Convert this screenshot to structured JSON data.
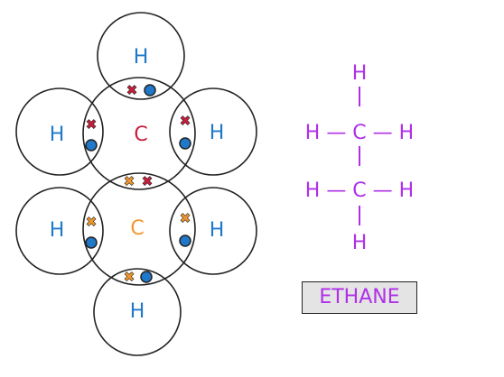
{
  "dot_cross": {
    "h_top": "H",
    "h_left_1": "H",
    "c_1": "C",
    "h_right_1": "H",
    "h_left_2": "H",
    "c_2": "C",
    "h_right_2": "H",
    "h_bottom": "H",
    "cross_glyph": "✖",
    "cross_light": "✖"
  },
  "structural_formula": {
    "top_h": "H",
    "row1": "H — C — H",
    "row2": "H — C — H",
    "bottom_h": "H"
  },
  "name": "ETHANE",
  "colors": {
    "hydrogen": "#1f78c8",
    "carbon_1": "#c81e3c",
    "carbon_2": "#f2962c",
    "formula": "#b030e8",
    "outline": "#222222",
    "label_box": "#e4e4e4"
  }
}
